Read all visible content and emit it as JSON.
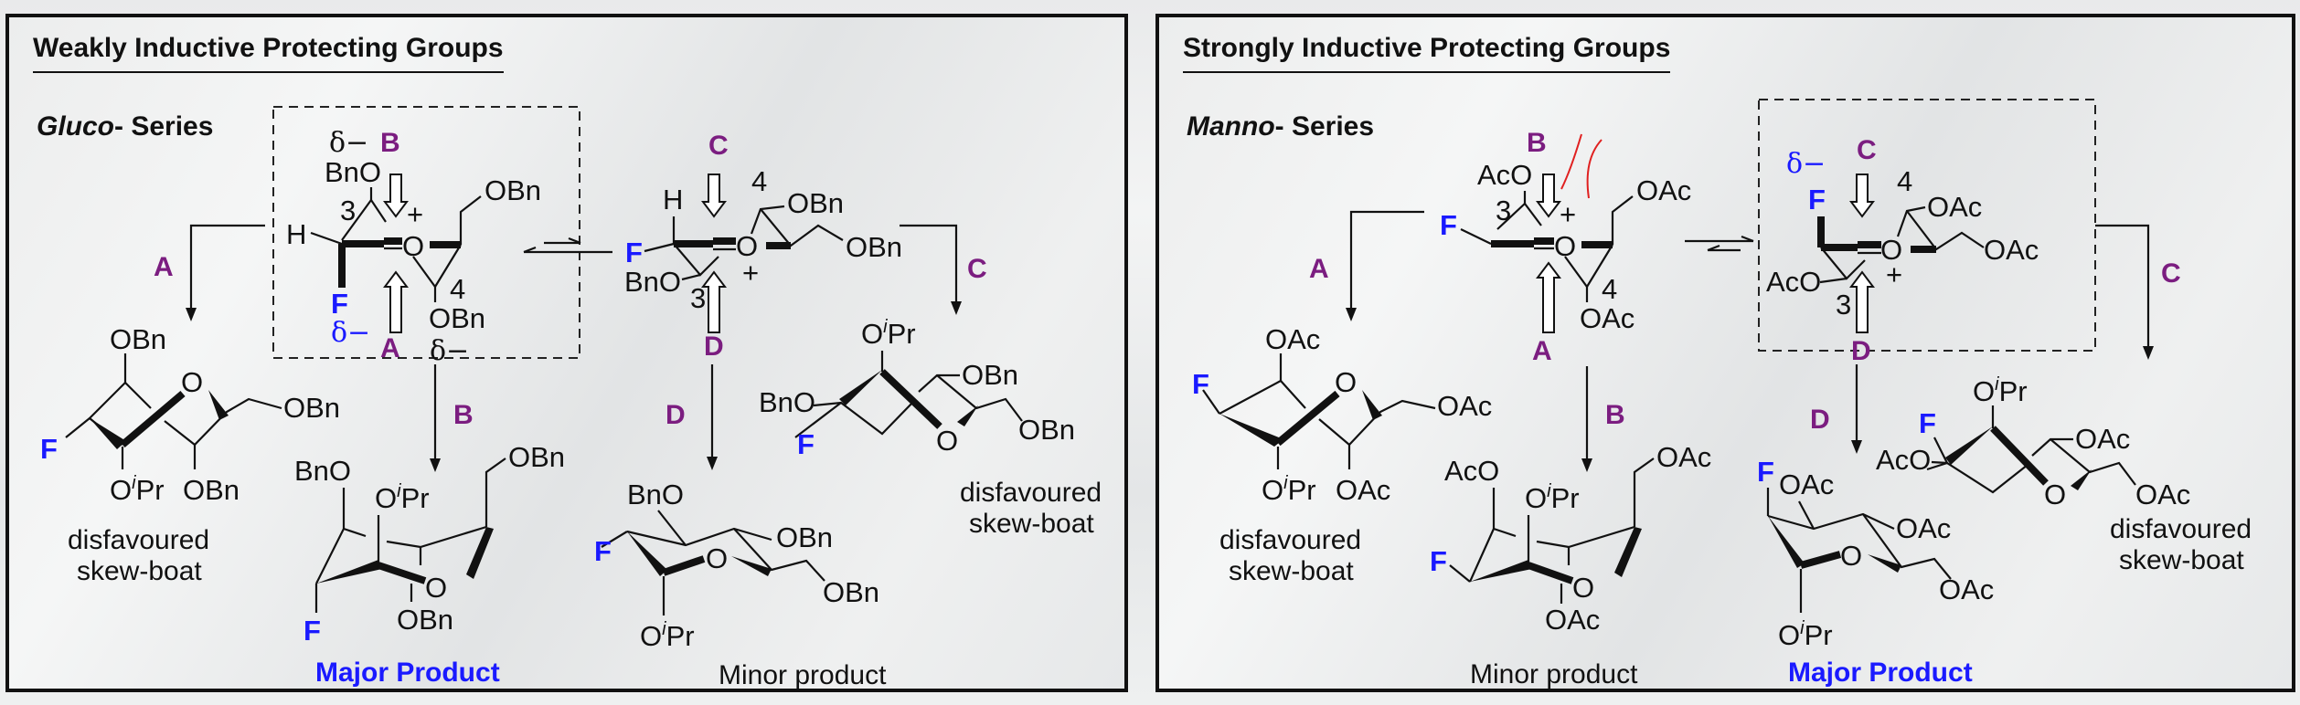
{
  "left_panel": {
    "title": "Weakly Inductive Protecting Groups",
    "series_italic": "Gluco",
    "series_rest": "- Series",
    "pathway_labels": [
      "A",
      "B",
      "C",
      "D"
    ],
    "substituents": {
      "obn": "OBn",
      "bno": "BnO",
      "h": "H",
      "f": "F",
      "o": "O",
      "plus": "+",
      "c3": "3",
      "c4": "4",
      "delta_minus": "δ−",
      "oipr_o": "O",
      "oipr_i": "i",
      "oipr_pr": "Pr"
    },
    "captions": {
      "disfavoured_a_line1": "disfavoured",
      "disfavoured_a_line2": "skew-boat",
      "major": "Major Product",
      "minor": "Minor product",
      "disfavoured_c_line1": "disfavoured",
      "disfavoured_c_line2": "skew-boat"
    }
  },
  "right_panel": {
    "title": "Strongly Inductive Protecting Groups",
    "series_italic": "Manno",
    "series_rest": "- Series",
    "pathway_labels": [
      "A",
      "B",
      "C",
      "D"
    ],
    "substituents": {
      "oac": "OAc",
      "aco": "AcO",
      "f": "F",
      "o": "O",
      "plus": "+",
      "c3": "3",
      "c4": "4",
      "delta_minus": "δ−",
      "oipr_o": "O",
      "oipr_i": "i",
      "oipr_pr": "Pr"
    },
    "captions": {
      "disfavoured_a_line1": "disfavoured",
      "disfavoured_a_line2": "skew-boat",
      "minor": "Minor product",
      "major": "Major Product",
      "disfavoured_c_line1": "disfavoured",
      "disfavoured_c_line2": "skew-boat"
    }
  },
  "colors": {
    "pathway_label": "#7b1d80",
    "fluorine": "#1a1aff",
    "major_product": "#1a1aff",
    "steric_clash": "#e02020"
  }
}
